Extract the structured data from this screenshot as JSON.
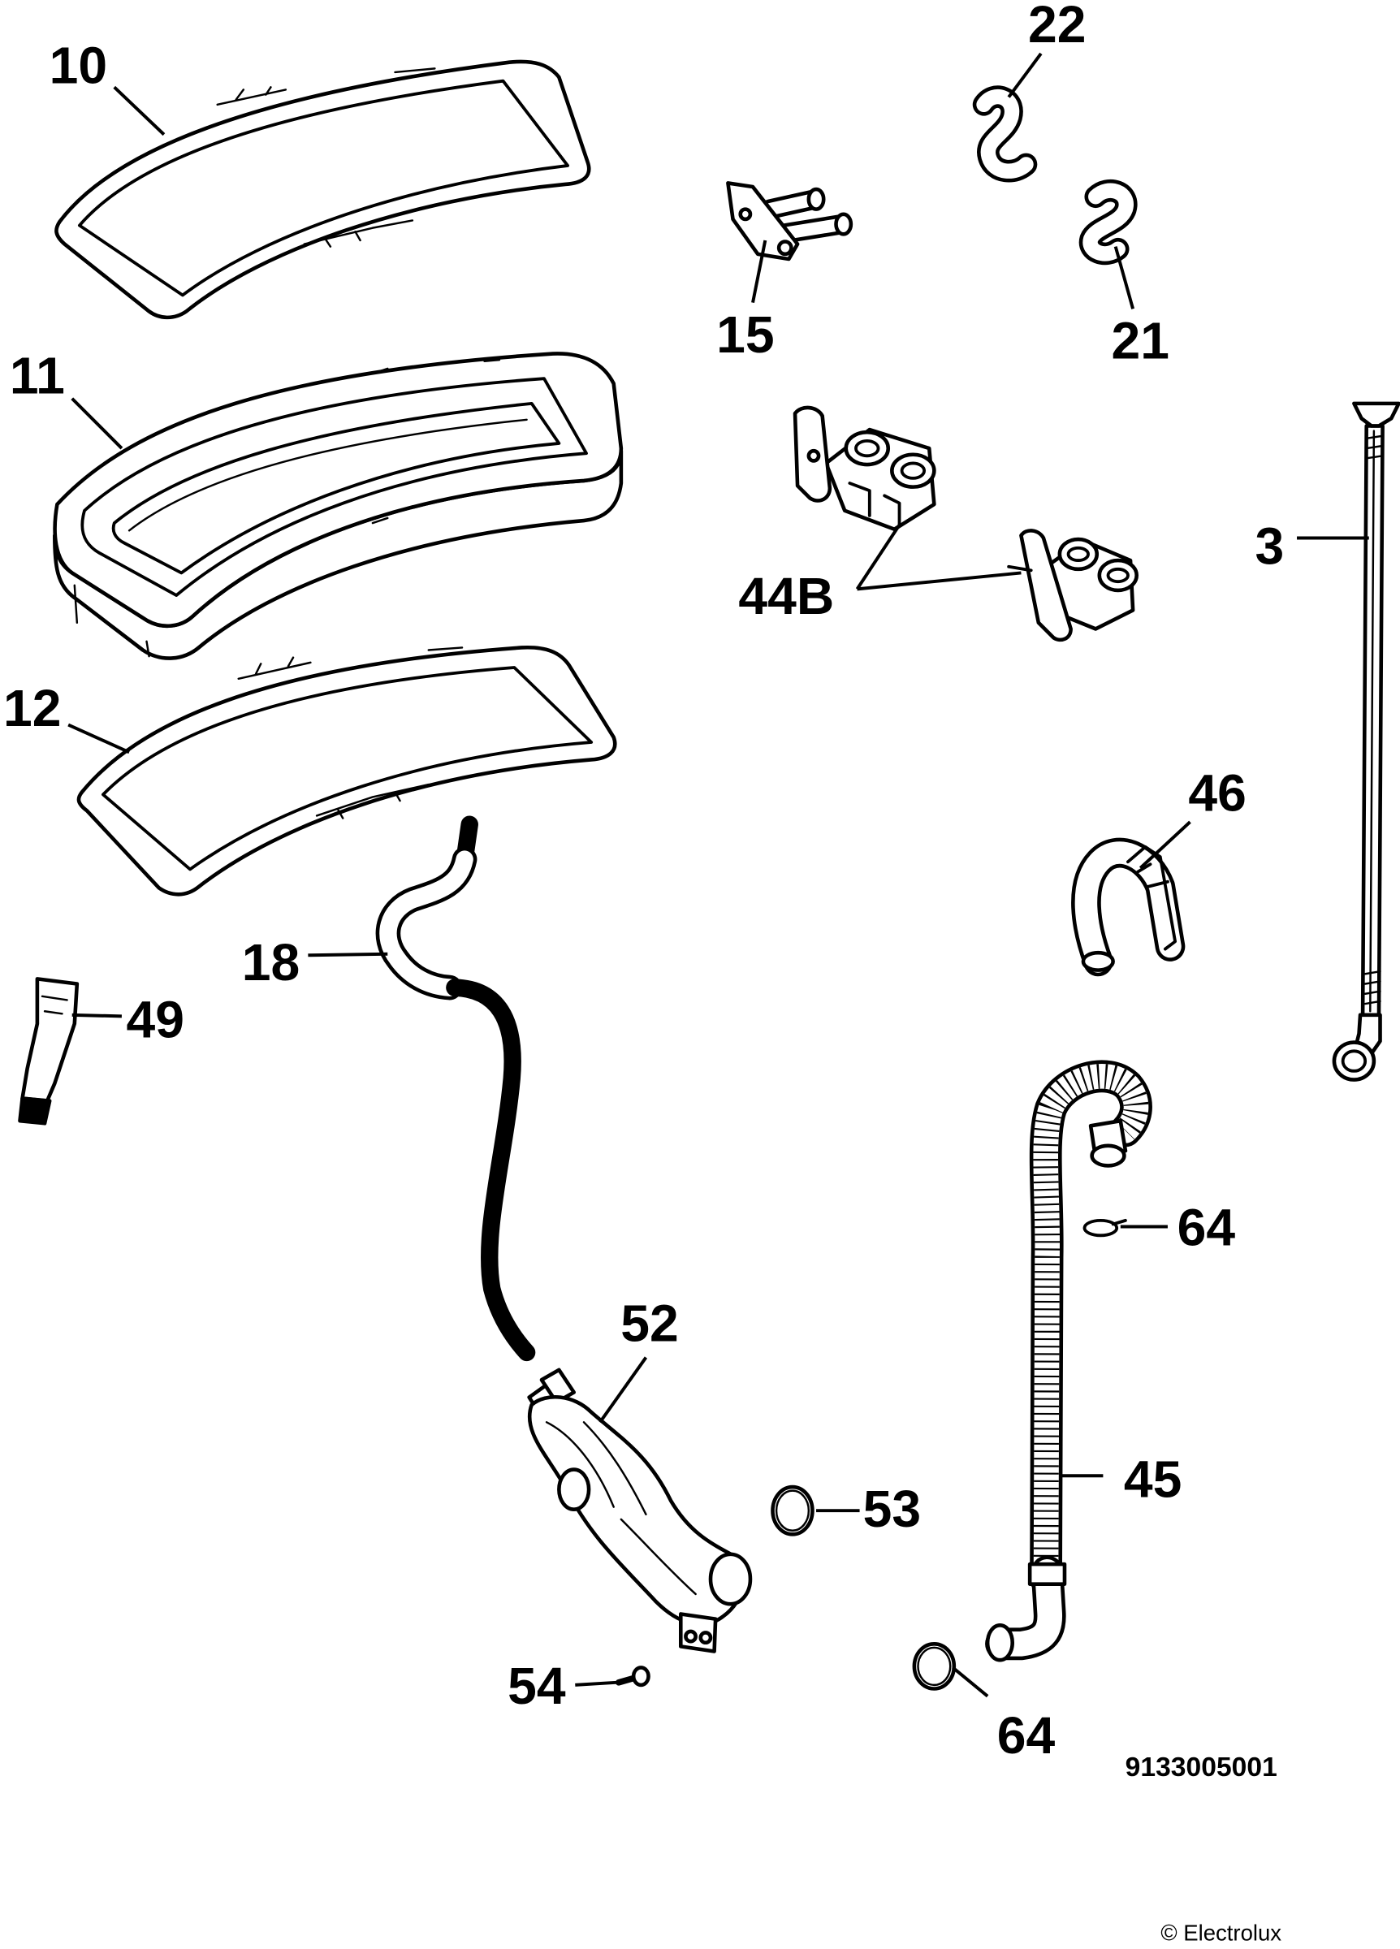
{
  "diagram": {
    "callouts": {
      "part_10": "10",
      "part_22": "22",
      "part_15": "15",
      "part_21": "21",
      "part_11": "11",
      "part_3": "3",
      "part_44b": "44B",
      "part_12": "12",
      "part_46": "46",
      "part_18": "18",
      "part_49": "49",
      "part_64_upper": "64",
      "part_52": "52",
      "part_53": "53",
      "part_45": "45",
      "part_54": "54",
      "part_64_lower": "64"
    },
    "drawing_number": "9133005001",
    "copyright": "© Electrolux"
  },
  "colors": {
    "line": "#000000",
    "background": "#ffffff"
  }
}
